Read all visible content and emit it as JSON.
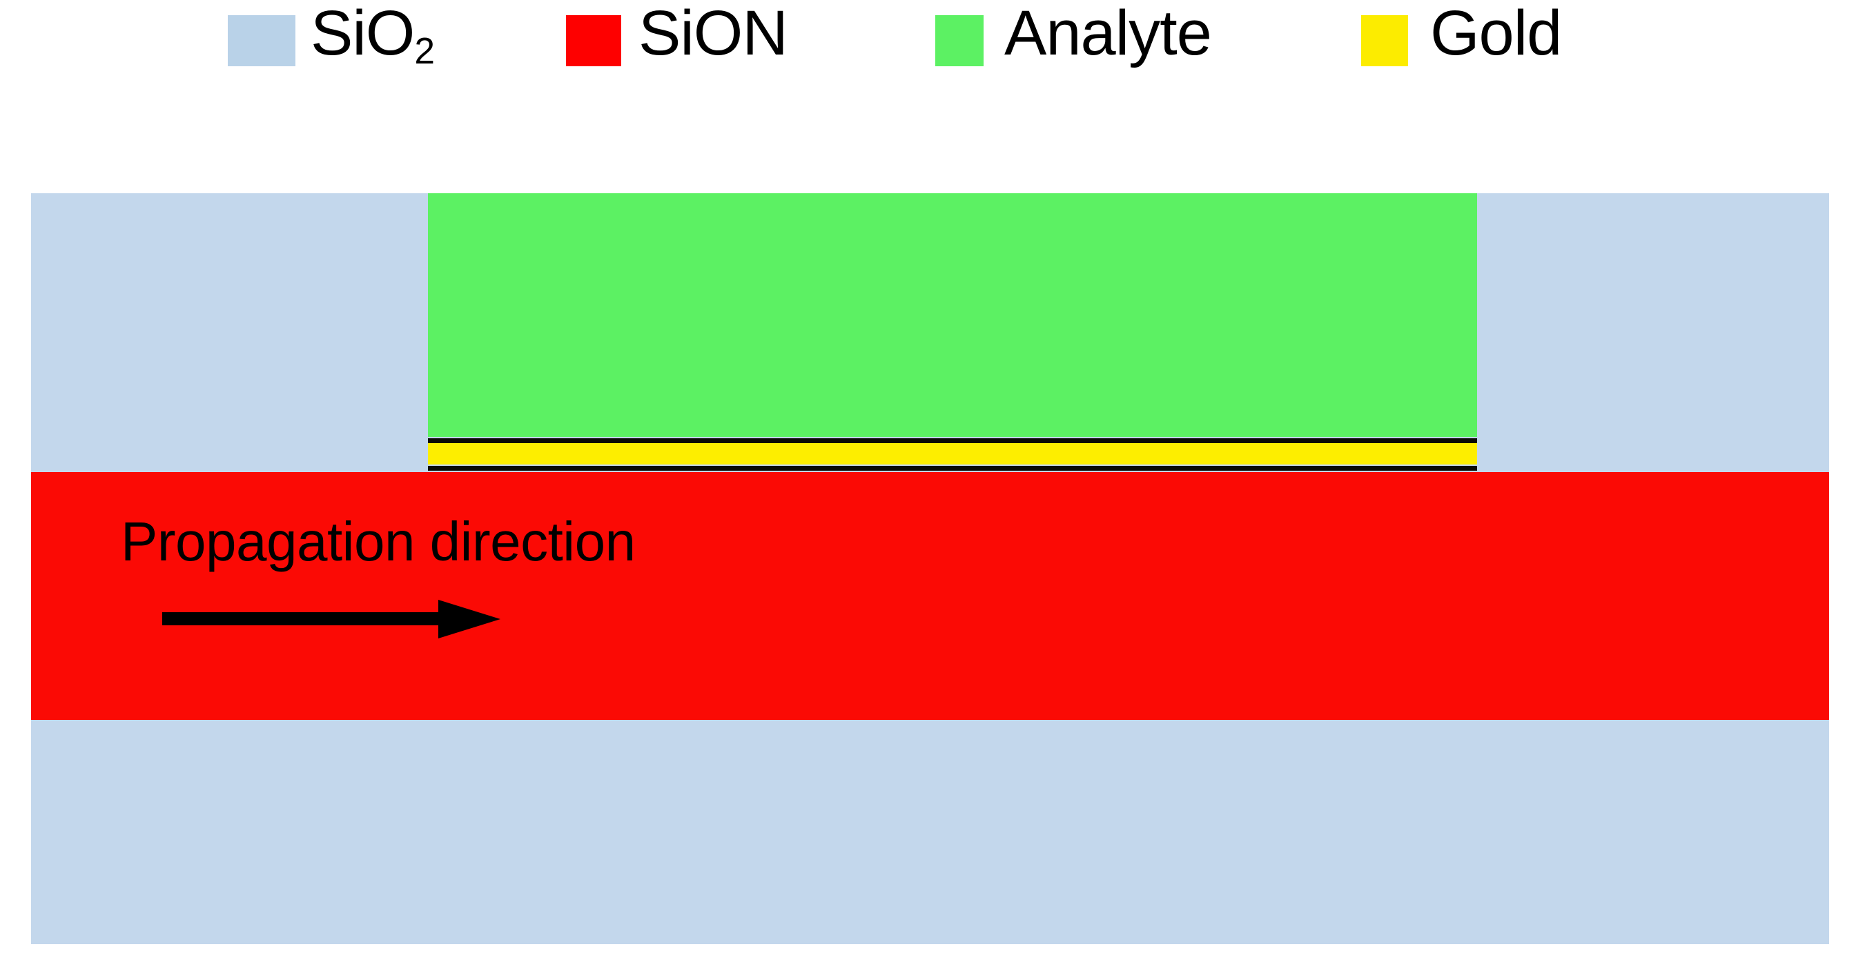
{
  "figure": {
    "kind": "cross-section-schematic",
    "title_visible": false
  },
  "legend": {
    "items": [
      {
        "label": "SiO",
        "subscript": "2",
        "color": "#b9d2e8",
        "swatch_name": "legend-swatch-sio2"
      },
      {
        "label": "SiON",
        "subscript": "",
        "color": "#fe0000",
        "swatch_name": "legend-swatch-sion"
      },
      {
        "label": "Analyte",
        "subscript": "",
        "color": "#5cf163",
        "swatch_name": "legend-swatch-analyte"
      },
      {
        "label": "Gold",
        "subscript": "",
        "color": "#fcec00",
        "swatch_name": "legend-swatch-gold"
      }
    ]
  },
  "diagram": {
    "layers": [
      {
        "name": "substrate-cladding",
        "material": "SiO2",
        "color": "#c3d7ec"
      },
      {
        "name": "analyte-region",
        "material": "Analyte",
        "color": "#5cf163"
      },
      {
        "name": "gold-outline-top",
        "material": "outline",
        "color": "#0a0a05"
      },
      {
        "name": "gold-film",
        "material": "Gold",
        "color": "#fdee00"
      },
      {
        "name": "gold-outline-bottom",
        "material": "outline",
        "color": "#0a0a05"
      },
      {
        "name": "waveguide-core",
        "material": "SiON",
        "color": "#fb0a05"
      }
    ]
  },
  "annotation": {
    "propagation_label": "Propagation direction",
    "arrow_color": "#000000",
    "arrow_direction": "right"
  }
}
